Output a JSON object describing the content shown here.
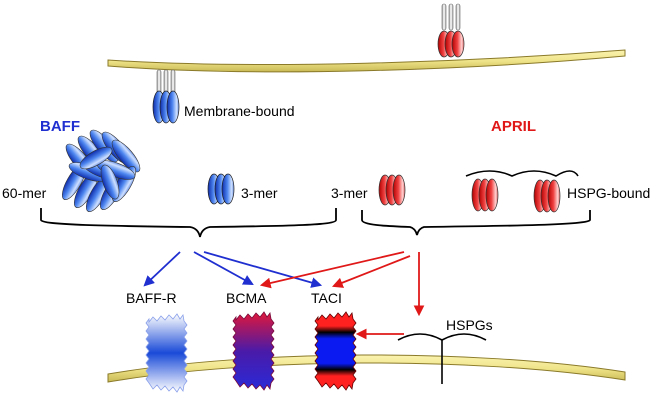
{
  "labels": {
    "membrane_bound": "Membrane-bound",
    "baff": "BAFF",
    "april": "APRIL",
    "mer60": "60-mer",
    "mer3_baff": "3-mer",
    "mer3_april": "3-mer",
    "hspg_bound": "HSPG-bound",
    "baff_r": "BAFF-R",
    "bcma": "BCMA",
    "taci": "TACI",
    "hspgs": "HSPGs"
  },
  "colors": {
    "baff_blue": "#1f2fd0",
    "april_red": "#e01818",
    "membrane_fill": "#efe48a",
    "membrane_stroke": "#8a7a2a",
    "ligand_blue": "#3a6ee0",
    "ligand_red": "#e03030"
  }
}
